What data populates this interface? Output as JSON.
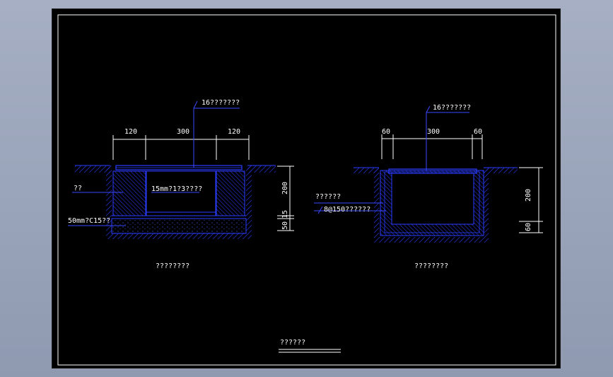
{
  "drawing": {
    "title": "??????",
    "colors": {
      "background": "#000000",
      "frame": "#ffffff",
      "geometry": "#2b3cff",
      "leader": "#3a48ff",
      "text": "#ffffff"
    },
    "left_section": {
      "caption": "????????",
      "leader_top": "16???????",
      "leader_mid": "15mm?1?3????",
      "leader_left": "??",
      "leader_bottom": "50mm?C15??",
      "dims_top": [
        "120",
        "300",
        "120"
      ],
      "dims_right": [
        "200",
        "50",
        "15"
      ]
    },
    "right_section": {
      "caption": "????????",
      "leader_top": "16???????",
      "leader_left_1": "??????",
      "leader_left_2": "8@150??????",
      "dims_top": [
        "60",
        "300",
        "60"
      ],
      "dims_right": [
        "200",
        "60"
      ]
    }
  }
}
